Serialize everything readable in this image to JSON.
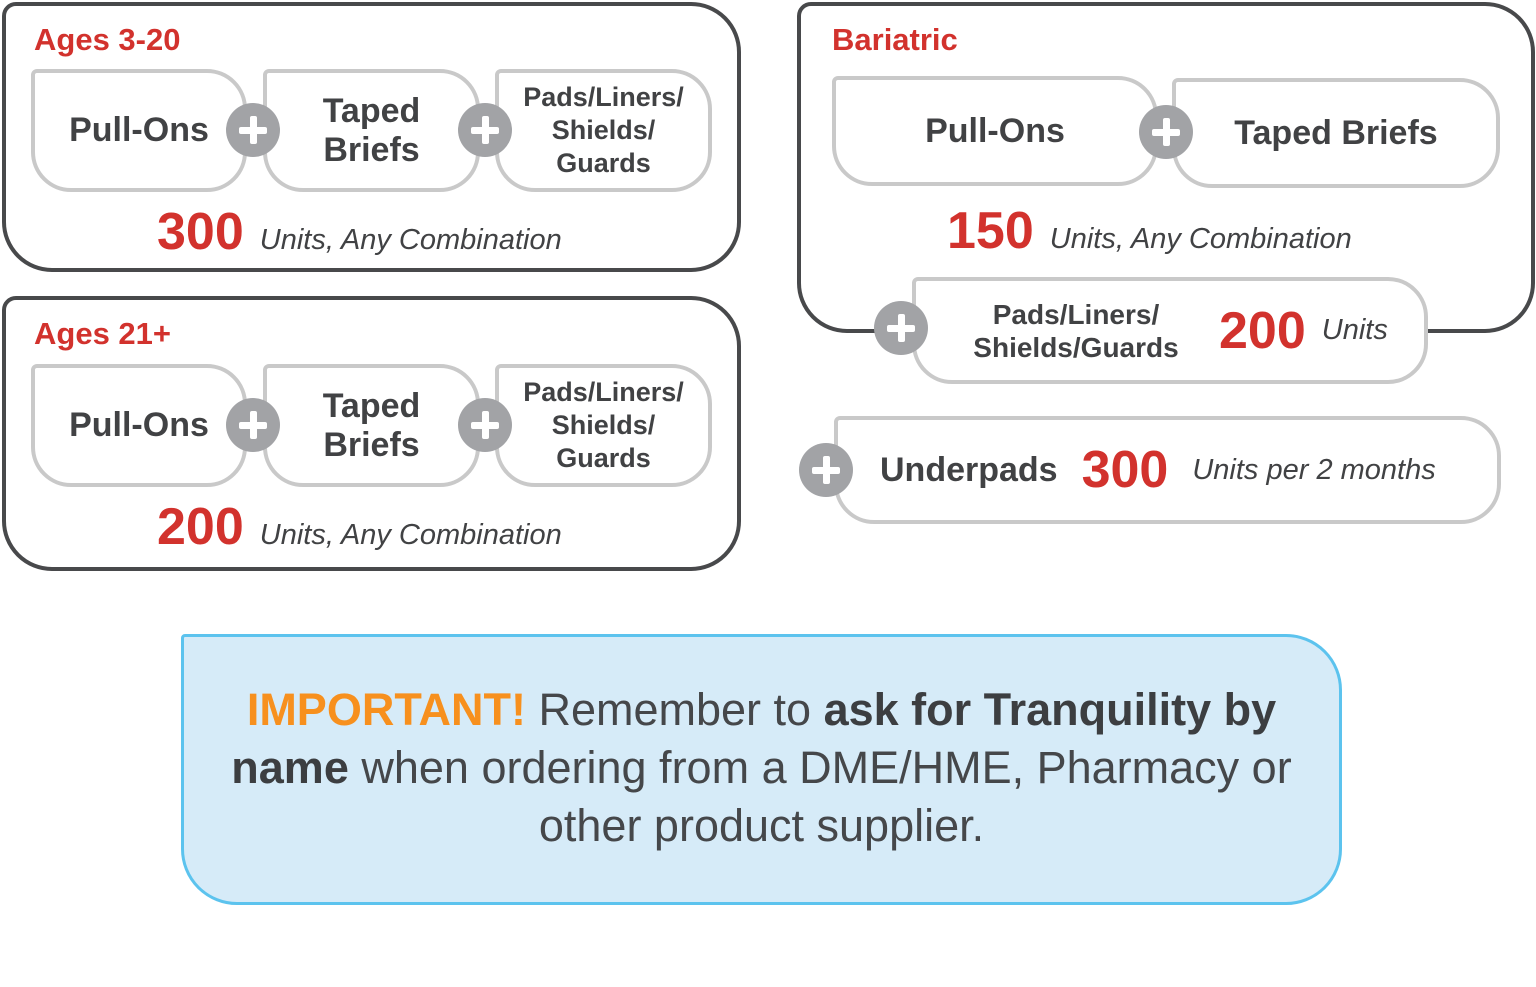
{
  "groups": [
    {
      "title": "Ages 3-20",
      "items": [
        "Pull-Ons",
        "Taped Briefs",
        "Pads/Liners/ Shields/ Guards"
      ],
      "quantity": "300",
      "unit_text": "Units, Any Combination"
    },
    {
      "title": "Ages 21+",
      "items": [
        "Pull-Ons",
        "Taped Briefs",
        "Pads/Liners/ Shields/ Guards"
      ],
      "quantity": "200",
      "unit_text": "Units, Any Combination"
    }
  ],
  "bariatric": {
    "title": "Bariatric",
    "items": [
      "Pull-Ons",
      "Taped Briefs"
    ],
    "quantity": "150",
    "unit_text": "Units, Any Combination",
    "pads": {
      "label": "Pads/Liners/ Shields/Guards",
      "quantity": "200",
      "unit_text": "Units"
    }
  },
  "underpads": {
    "label": "Underpads",
    "quantity": "300",
    "unit_text": "Units per 2 months"
  },
  "important": {
    "highlight": "IMPORTANT!",
    "part1": "Remember to",
    "bold1": "ask for Tranquility by name",
    "part2": "when ordering from a DME/HME, Pharmacy or other product supplier."
  },
  "colors": {
    "accent_red": "#d2322d",
    "orange": "#f7901e",
    "note_bg": "#d6ebf8",
    "note_border": "#5cc3ee"
  }
}
